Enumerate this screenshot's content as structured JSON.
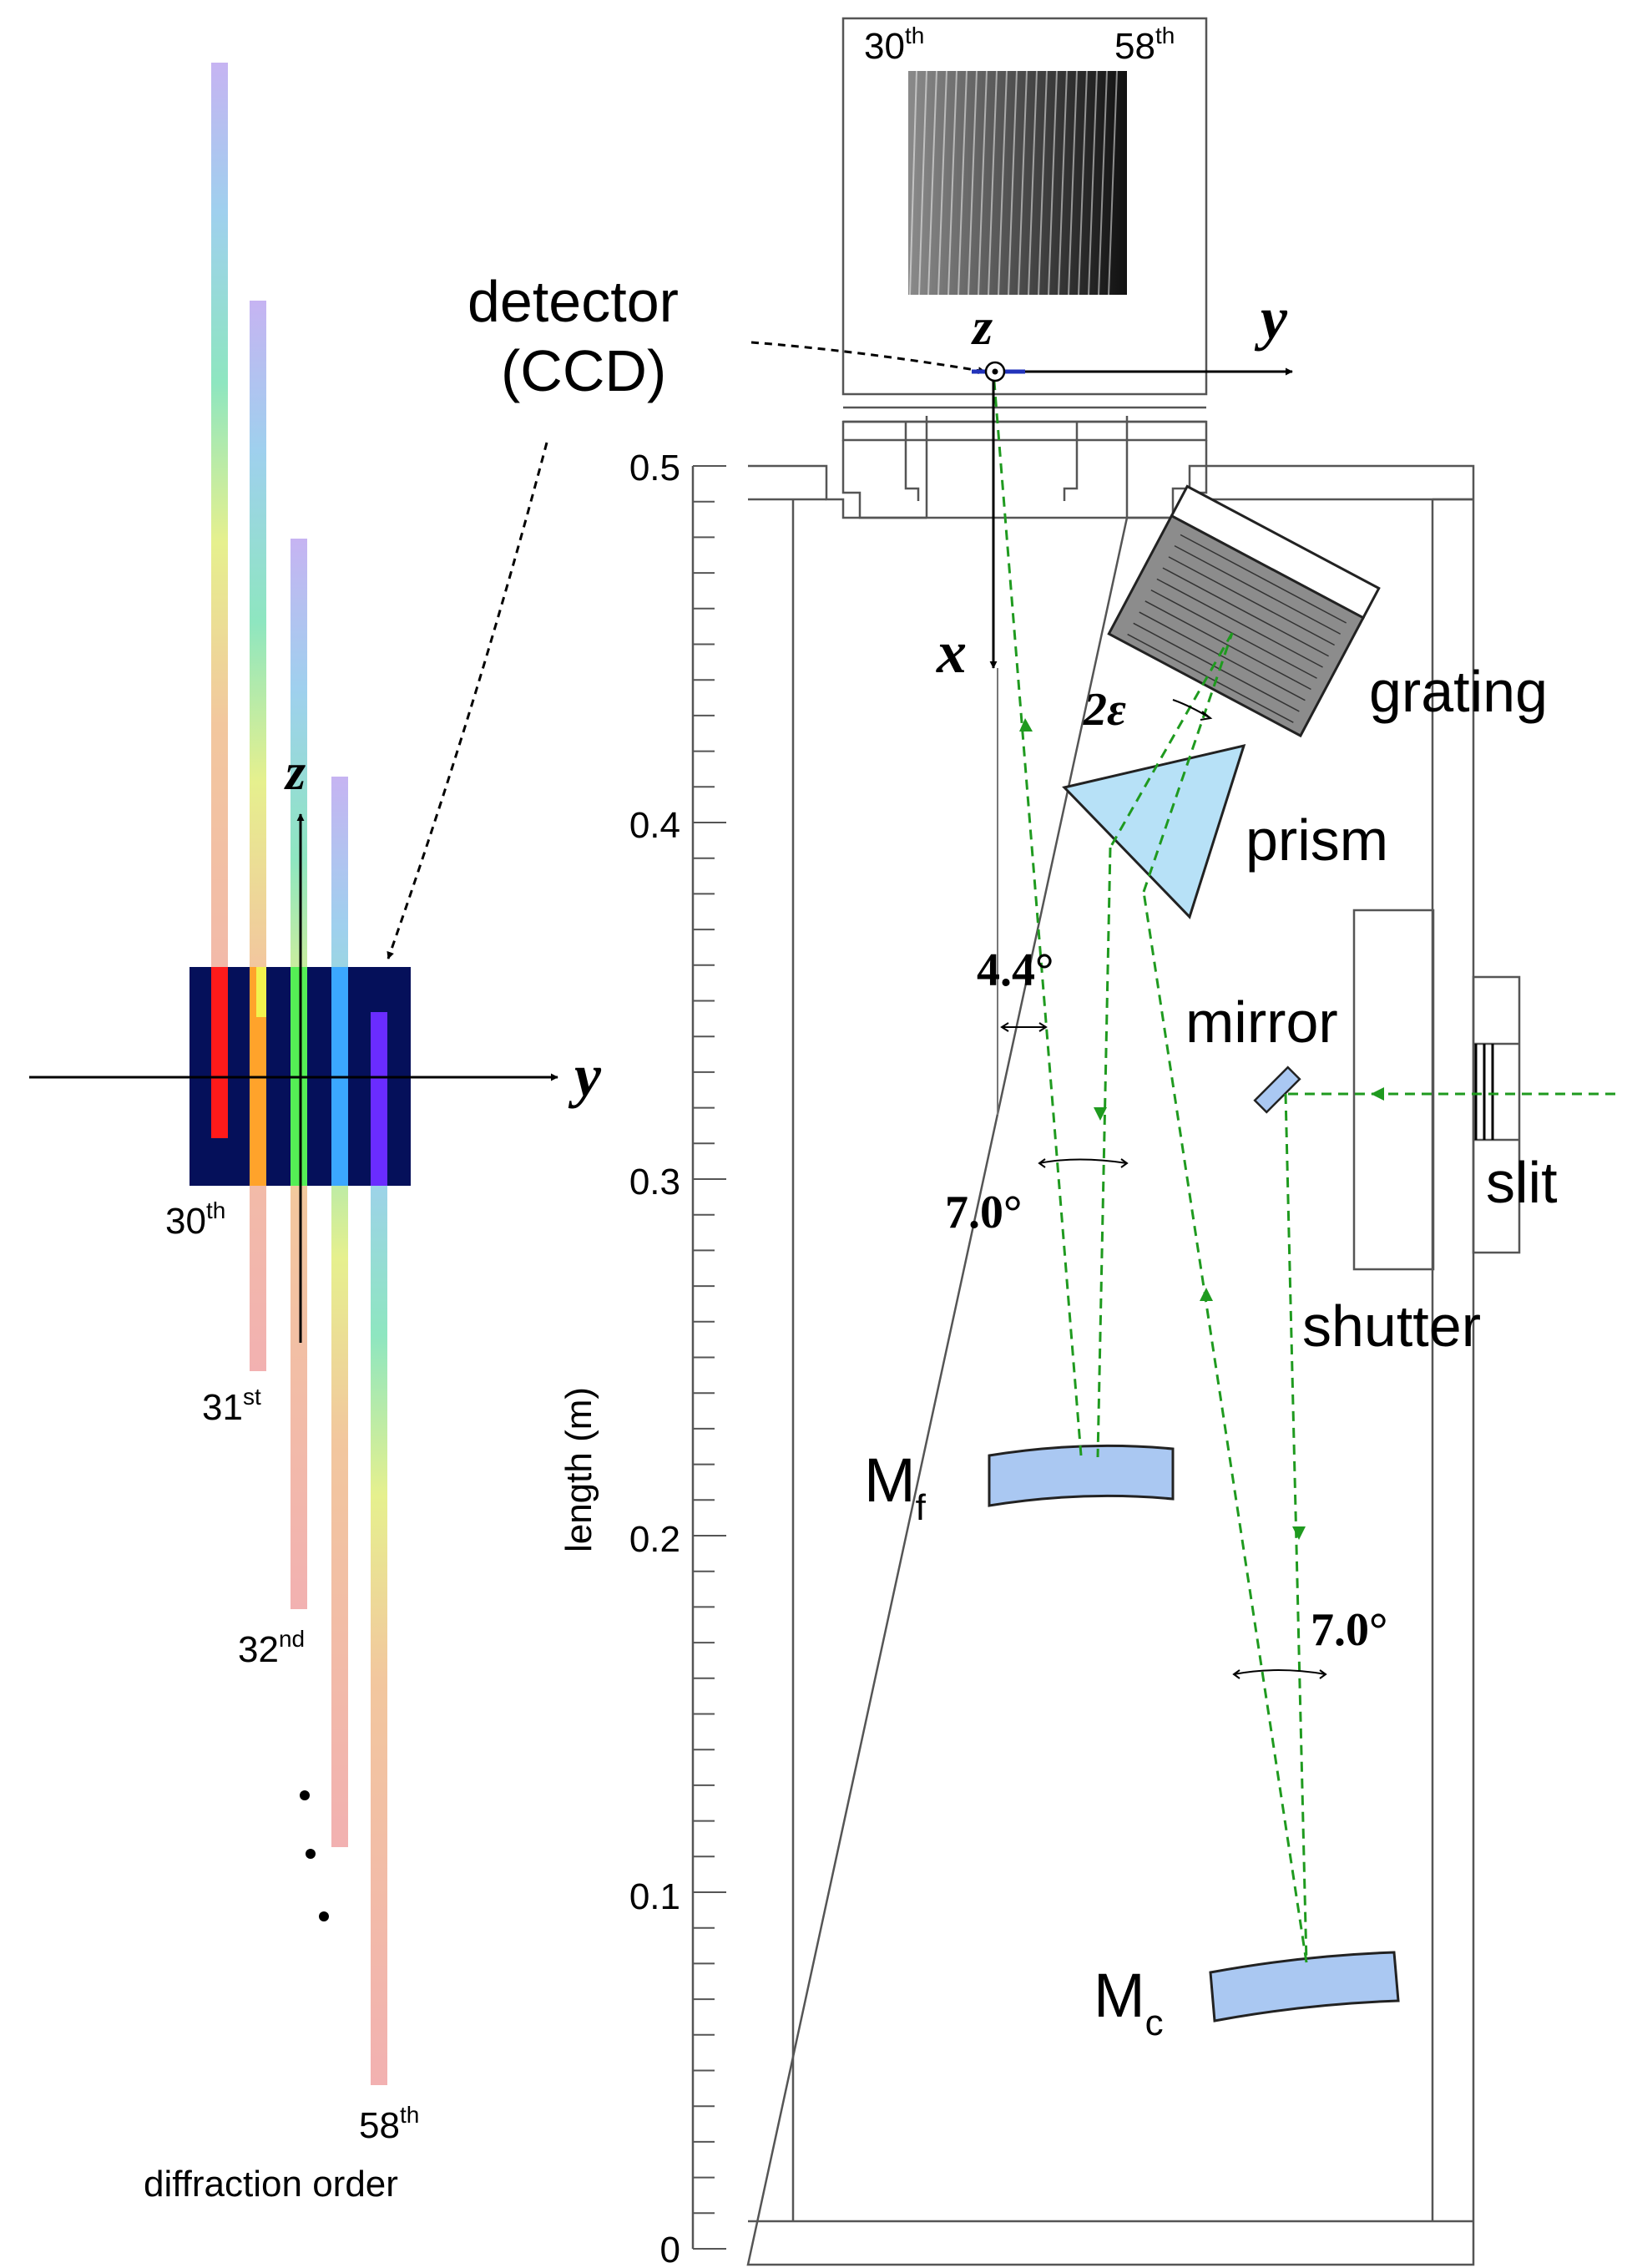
{
  "colors": {
    "beam": "#1f9a1f",
    "optic_fill": "#aac8f2",
    "prism_fill": "#b7e1f7",
    "detector_fill": "#05105a",
    "grating_fill": "#8c8c8c",
    "axis_marker": "#2233bb"
  },
  "left_panel": {
    "axis_z": "z",
    "axis_y": "y",
    "order_labels": [
      {
        "num": "30",
        "suffix": "th"
      },
      {
        "num": "31",
        "suffix": "st"
      },
      {
        "num": "32",
        "suffix": "nd"
      },
      {
        "num": "58",
        "suffix": "th"
      }
    ],
    "caption": "diffraction order"
  },
  "detector_image": {
    "order_first": {
      "num": "30",
      "suffix": "th"
    },
    "order_last": {
      "num": "58",
      "suffix": "th"
    }
  },
  "labels": {
    "detector_line1": "detector",
    "detector_line2": "(CCD)",
    "axis_z": "z",
    "axis_y": "y",
    "axis_x": "x",
    "grating": "grating",
    "prism": "prism",
    "two_epsilon": "2ε",
    "angle_4_4": "4.4°",
    "angle_7_0_focus": "7.0°",
    "angle_7_0_collimator": "7.0°",
    "mirror": "mirror",
    "slit": "slit",
    "shutter": "shutter",
    "mf_main": "M",
    "mf_sub": "f",
    "mc_main": "M",
    "mc_sub": "c"
  },
  "length_axis": {
    "label": "length (m)",
    "ticks": [
      "0",
      "0.1",
      "0.2",
      "0.3",
      "0.4",
      "0.5"
    ]
  }
}
